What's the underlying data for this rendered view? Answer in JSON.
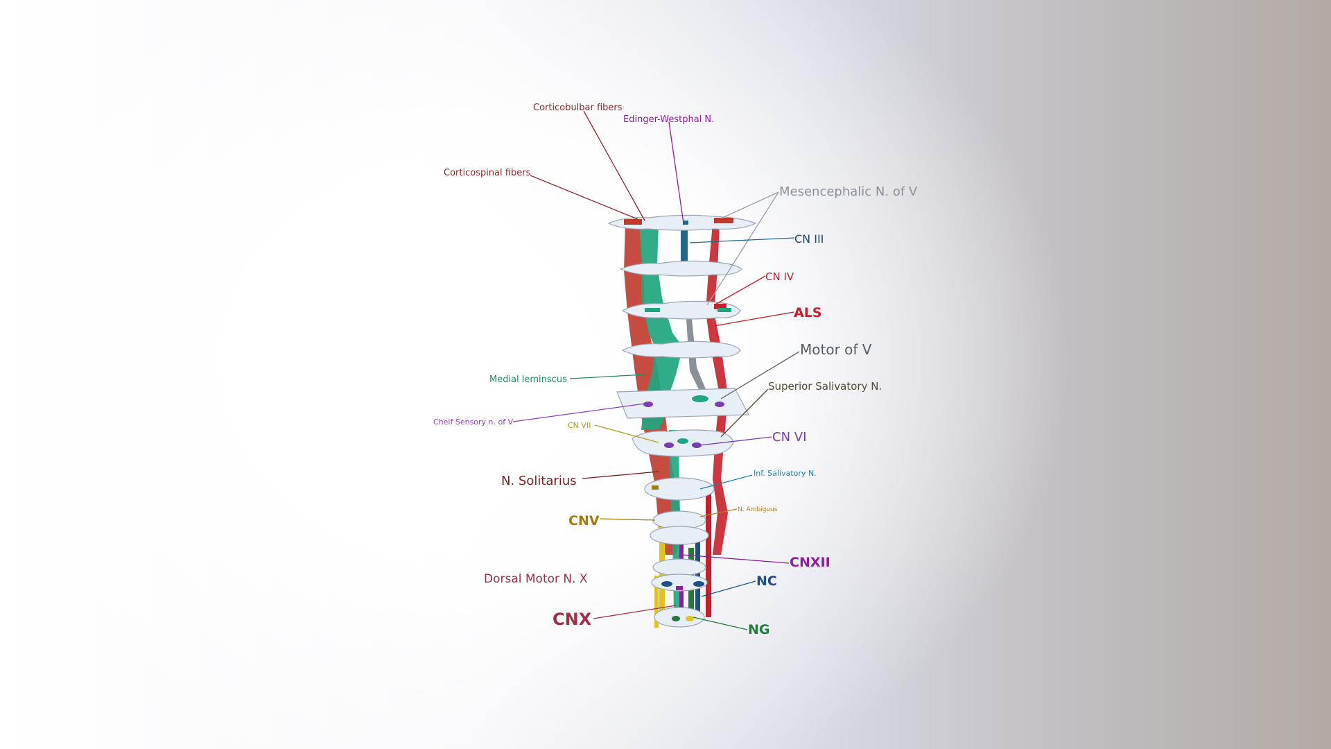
{
  "labels": {
    "corticobulbar": "Corticobulbar fibers",
    "edinger_westphal": "Edinger-Westphal N.",
    "corticospinal": "Corticospinal fibers",
    "mesencephalic_v": "Mesencephalic N. of V",
    "cn_iii": "CN III",
    "cn_iv": "CN IV",
    "als": "ALS",
    "motor_v": "Motor of V",
    "medial_lemniscus": "Medial leminscus",
    "superior_salivatory": "Superior Salivatory N.",
    "chief_sensory_v": "Cheif Sensory n. of V",
    "cn_vii": "CN VII",
    "cn_vi": "CN VI",
    "n_solitarius": "N. Solitarius",
    "inf_salivatory": "Inf. Salivatory N.",
    "n_ambiguus": "N. Ambiguus",
    "cnv": "CNV",
    "cnxii": "CNXII",
    "dorsal_motor_x": "Dorsal Motor N. X",
    "nc": "NC",
    "cnx": "CNX",
    "ng": "NG"
  },
  "colors": {
    "corticospinal": "#c0392b",
    "medial_lemniscus": "#1fa57f",
    "cn_iii": "#1f6a8a",
    "als": "#c8202a",
    "motor_v": "#8a8f98",
    "cn_vi": "#7a3bb5",
    "cnv": "#a07c10",
    "cnxii": "#8e1f9b",
    "nc": "#1d4f8a",
    "cnx": "#a0304a",
    "ng": "#237a3a",
    "slice": "#e8eef6",
    "slice_edge": "#9aa6b6"
  }
}
